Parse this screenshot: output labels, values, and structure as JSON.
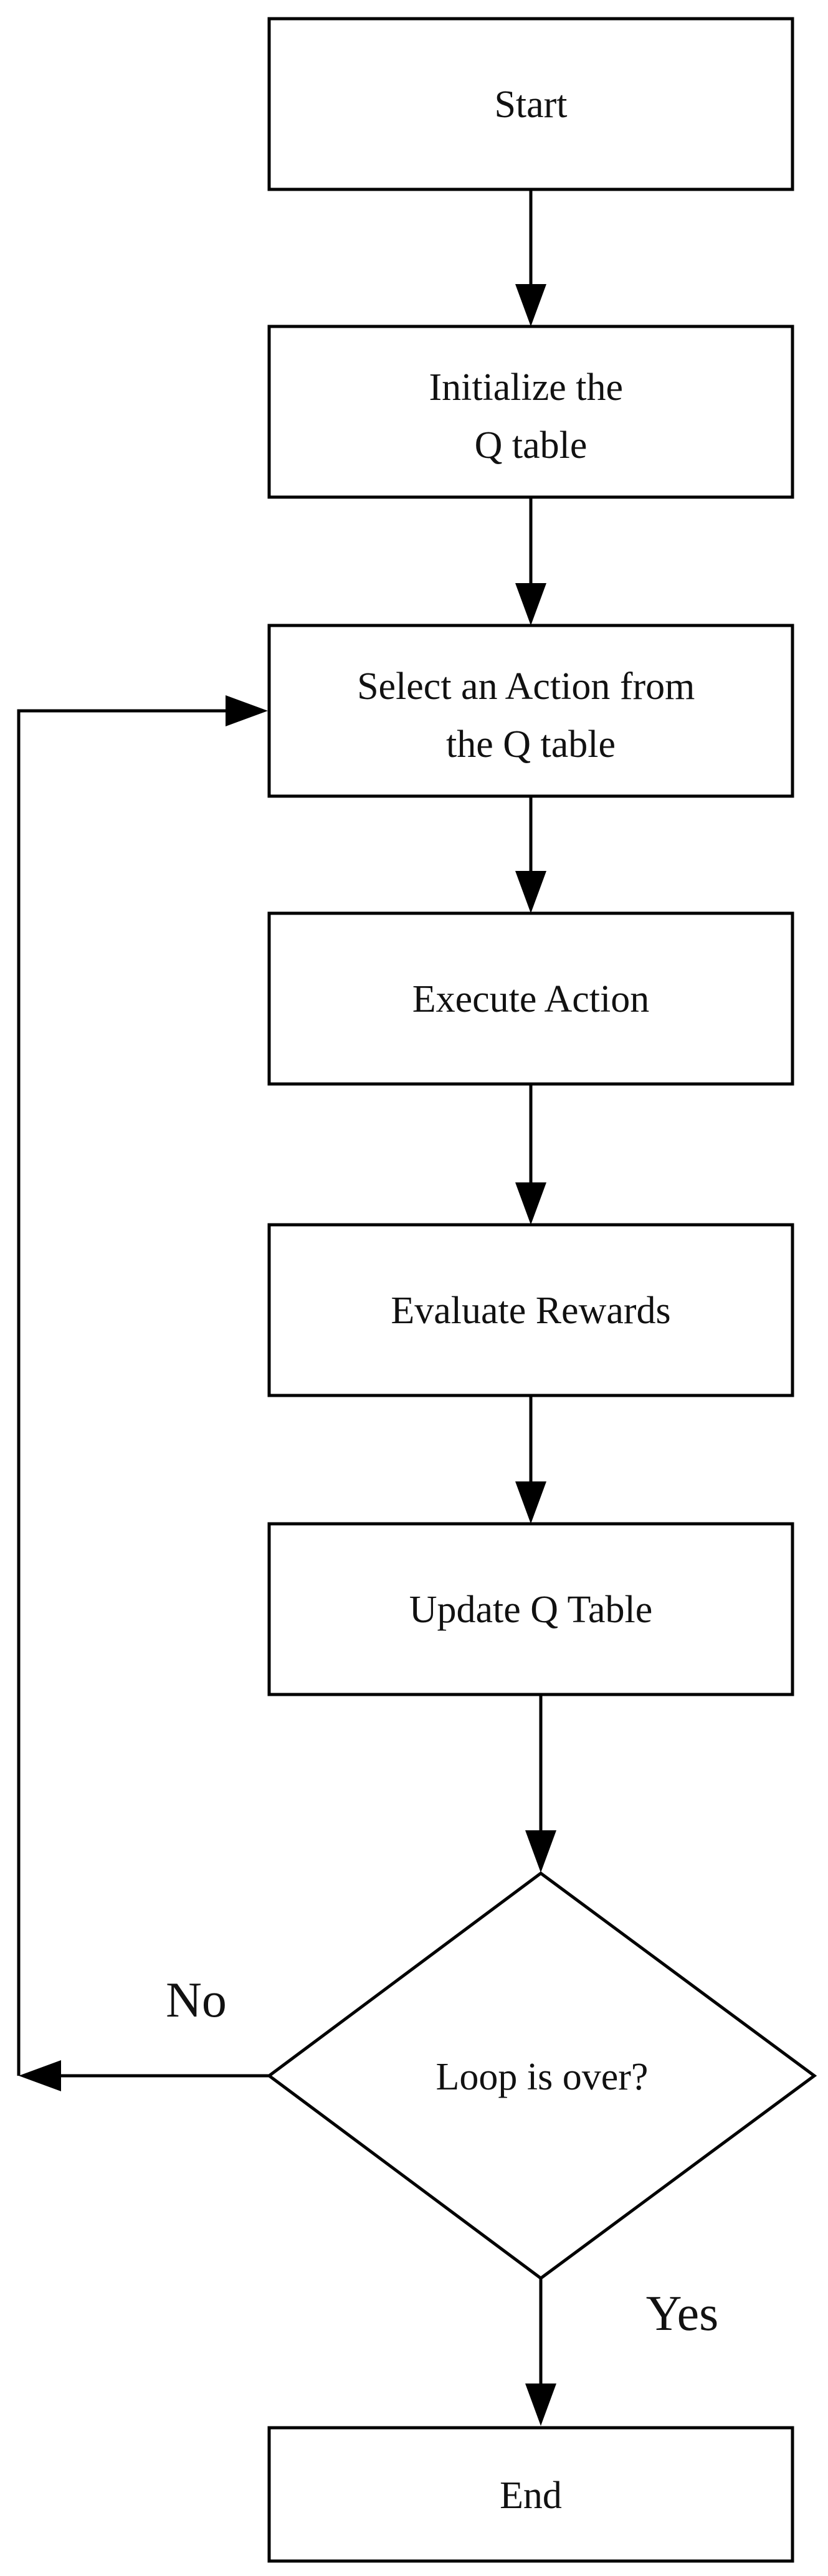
{
  "diagram": {
    "type": "flowchart",
    "nodes": [
      {
        "id": "start",
        "shape": "rect",
        "lines": [
          "Start"
        ]
      },
      {
        "id": "init",
        "shape": "rect",
        "lines": [
          "Initialize the",
          "Q table"
        ]
      },
      {
        "id": "select",
        "shape": "rect",
        "lines": [
          "Select an Action from",
          "the Q table"
        ]
      },
      {
        "id": "execute",
        "shape": "rect",
        "lines": [
          "Execute Action"
        ]
      },
      {
        "id": "evaluate",
        "shape": "rect",
        "lines": [
          "Evaluate Rewards"
        ]
      },
      {
        "id": "update",
        "shape": "rect",
        "lines": [
          "Update Q Table"
        ]
      },
      {
        "id": "loop",
        "shape": "diamond",
        "lines": [
          "Loop is over?"
        ]
      },
      {
        "id": "end",
        "shape": "rect",
        "lines": [
          "End"
        ]
      }
    ],
    "edges": [
      {
        "from": "start",
        "to": "init",
        "label": ""
      },
      {
        "from": "init",
        "to": "select",
        "label": ""
      },
      {
        "from": "select",
        "to": "execute",
        "label": ""
      },
      {
        "from": "execute",
        "to": "evaluate",
        "label": ""
      },
      {
        "from": "evaluate",
        "to": "update",
        "label": ""
      },
      {
        "from": "update",
        "to": "loop",
        "label": ""
      },
      {
        "from": "loop",
        "to": "select",
        "label": "No"
      },
      {
        "from": "loop",
        "to": "end",
        "label": "Yes"
      }
    ],
    "colors": {
      "stroke": "#000000",
      "fill": "#ffffff",
      "text": "#111111"
    }
  }
}
